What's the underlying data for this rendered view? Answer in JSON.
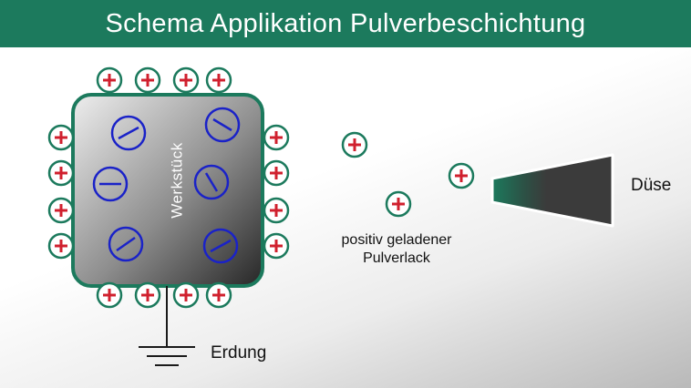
{
  "header": {
    "title": "Schema Applikation Pulverbeschichtung"
  },
  "workpiece": {
    "label": "Werkstück",
    "inner_charge_symbol": "−",
    "outer_charge_symbol": "+"
  },
  "ground": {
    "label": "Erdung"
  },
  "nozzle": {
    "label": "Düse"
  },
  "powder": {
    "label_line1": "positiv geladener",
    "label_line2": "Pulverlack",
    "charge_symbol": "+"
  },
  "colors": {
    "header_bg": "#1c7a5d",
    "charge_ring": "#1c7a5d",
    "plus_sign": "#d0202e",
    "minus_ring": "#1a22c8",
    "workpiece_border": "#1c7a5d"
  },
  "icons": [
    "plus-charge-icon",
    "minus-charge-icon",
    "ground-symbol-icon",
    "nozzle-icon"
  ]
}
